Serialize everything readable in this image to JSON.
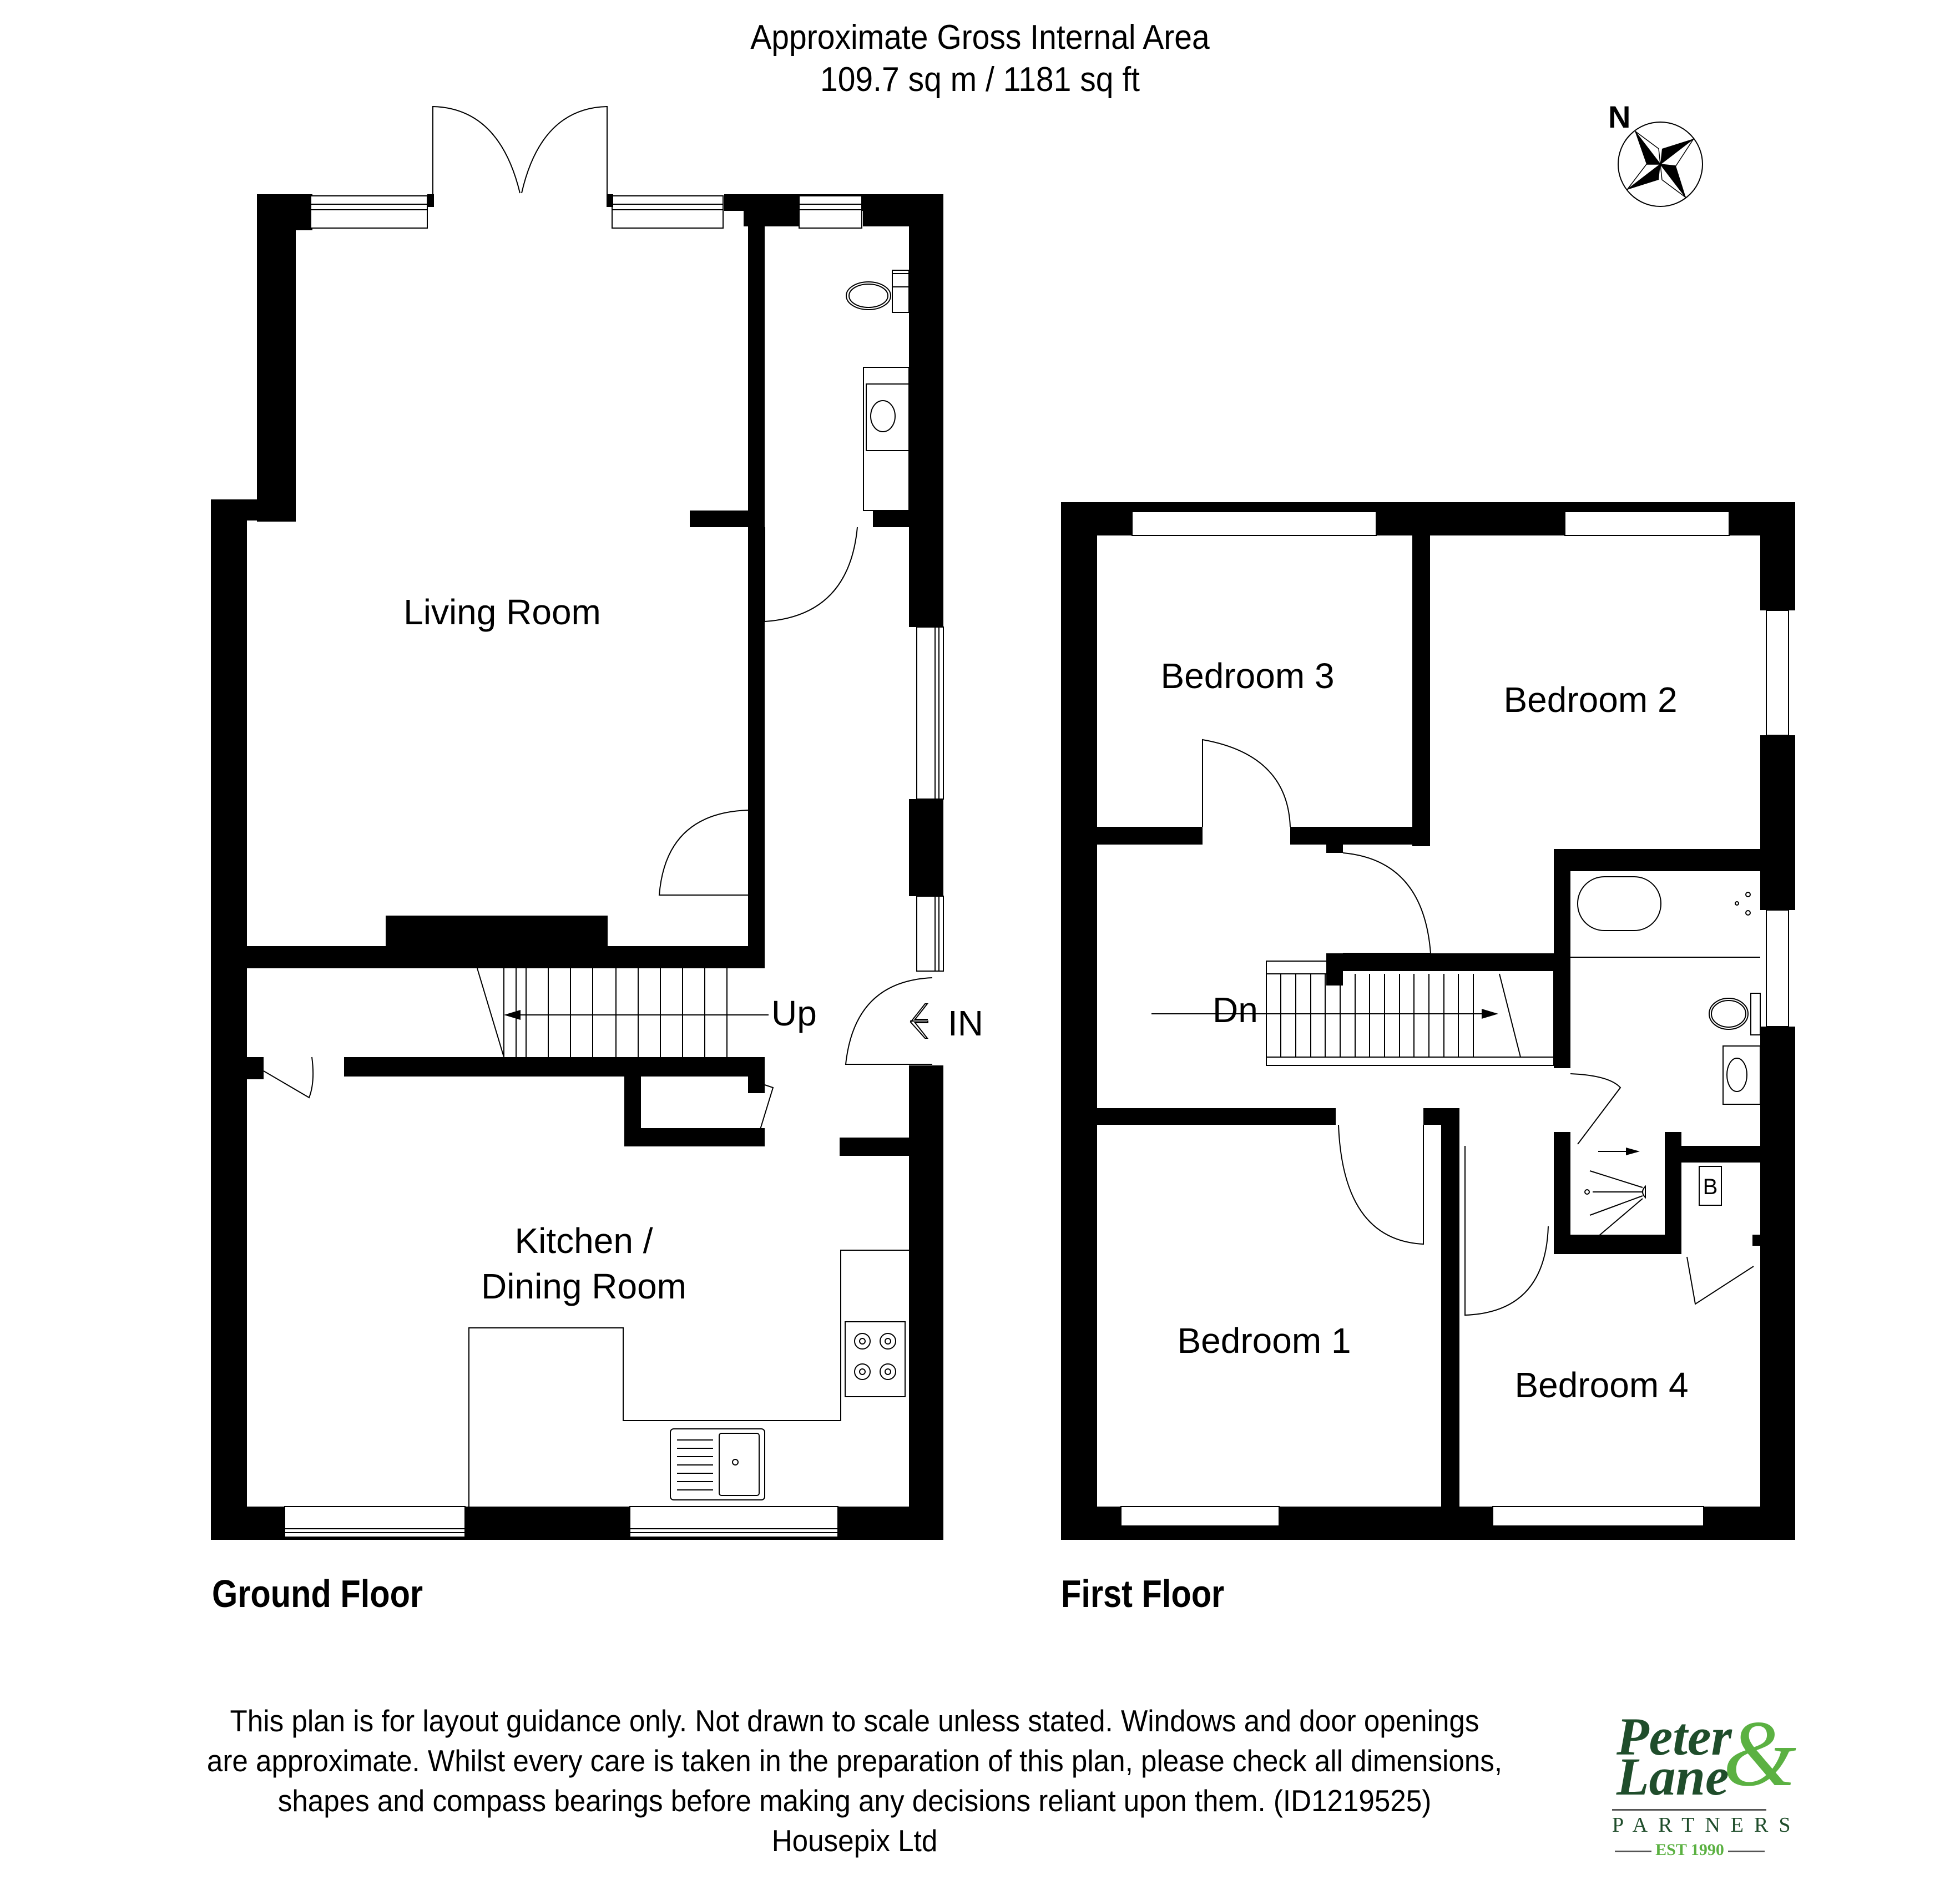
{
  "header": {
    "title_line1": "Approximate Gross Internal Area",
    "title_line2": "109.7 sq m / 1181 sq ft"
  },
  "compass": {
    "label": "N",
    "icon": "compass-rose-icon"
  },
  "ground_floor": {
    "label": "Ground Floor",
    "rooms": [
      {
        "name": "Living Room"
      },
      {
        "name": "Kitchen /"
      },
      {
        "name": "Dining Room"
      }
    ],
    "annotations": {
      "stairs": "Up",
      "entrance": "IN"
    }
  },
  "first_floor": {
    "label": "First Floor",
    "rooms": [
      {
        "name": "Bedroom 3"
      },
      {
        "name": "Bedroom 2"
      },
      {
        "name": "Bedroom 1"
      },
      {
        "name": "Bedroom 4"
      }
    ],
    "annotations": {
      "stairs": "Dn",
      "boiler": "B"
    }
  },
  "disclaimer": {
    "lines": [
      "This plan is for layout guidance only. Not drawn to scale unless stated. Windows and door openings",
      "are approximate. Whilst every care is taken in the preparation of this plan, please check all dimensions,",
      "shapes and compass bearings before making any decisions reliant upon them. (ID1219525)",
      "Housepix Ltd"
    ]
  },
  "logo": {
    "line1": "Peter",
    "line2": "Lane",
    "ampersand": "&",
    "partners": "PARTNERS",
    "established": "EST 1990",
    "colors": {
      "dark_green": "#1f4d2b",
      "light_green": "#5bb142"
    }
  }
}
